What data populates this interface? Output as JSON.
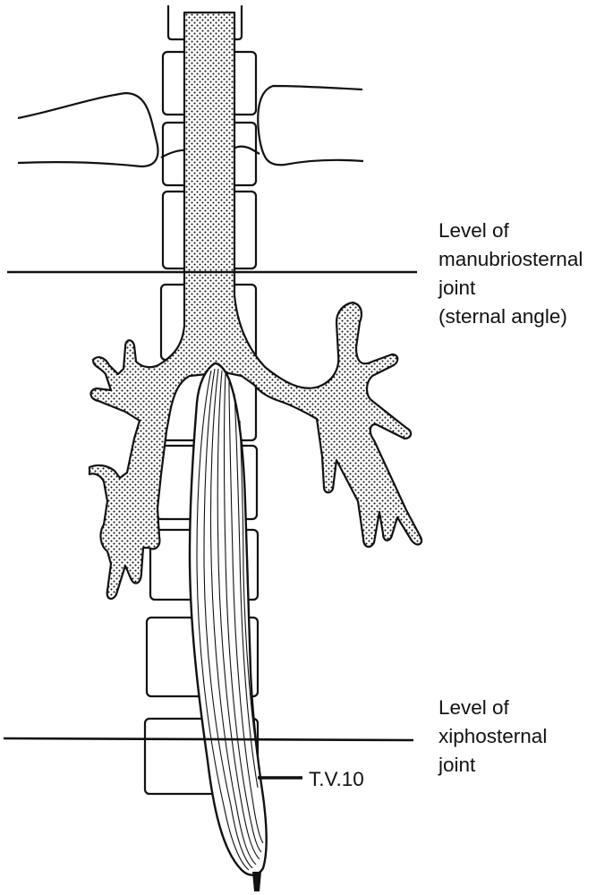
{
  "labels": {
    "manubriosternal": {
      "lines": [
        "Level of",
        "manubriosternal",
        "joint",
        "(sternal angle)"
      ]
    },
    "xiphosternal": {
      "lines": [
        "Level of",
        "xiphosternal",
        "joint"
      ]
    },
    "vertebra": "T.V.10"
  },
  "colors": {
    "ink": "#111111",
    "paper": "#ffffff"
  }
}
